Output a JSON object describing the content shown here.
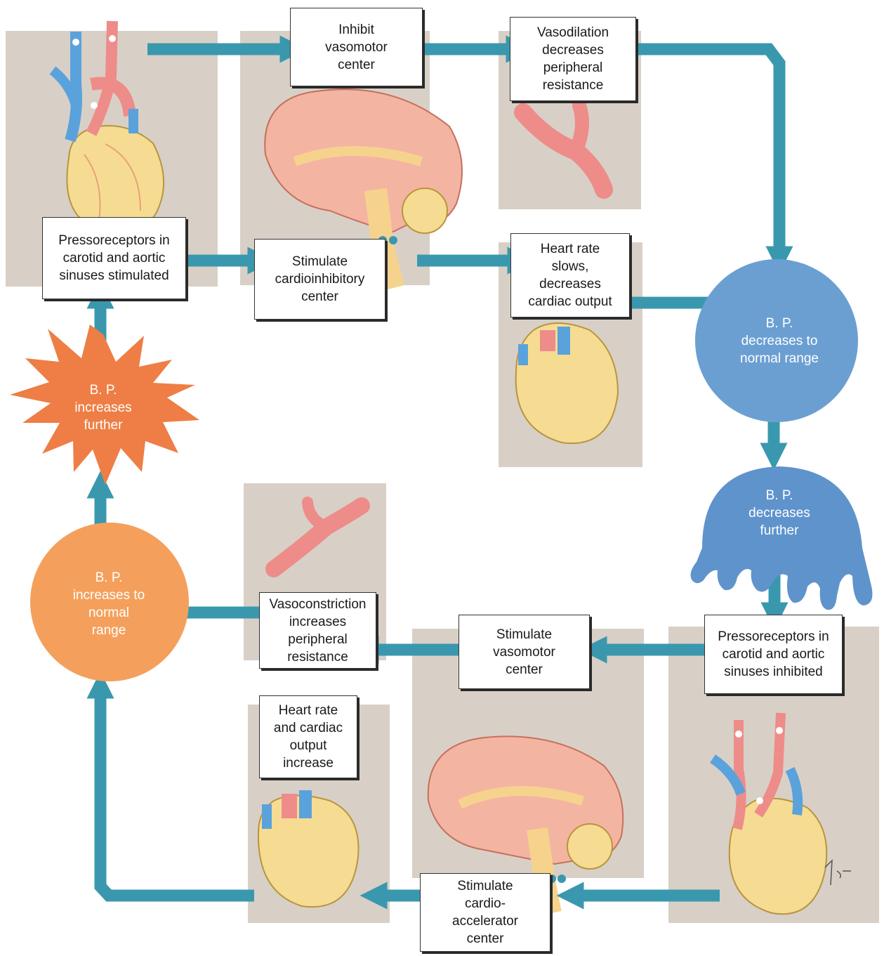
{
  "boxes": {
    "pressoreceptors_stimulated": [
      "Pressoreceptors in",
      "carotid and aortic",
      "sinuses stimulated"
    ],
    "inhibit_vasomotor": [
      "Inhibit",
      "vasomotor",
      "center"
    ],
    "vasodilation": [
      "Vasodilation",
      "decreases",
      "peripheral",
      "resistance"
    ],
    "stimulate_cardioinhibitory": [
      "Stimulate",
      "cardioinhibitory",
      "center"
    ],
    "heart_rate_slows": [
      "Heart rate",
      "slows,",
      "decreases",
      "cardiac output"
    ],
    "pressoreceptors_inhibited": [
      "Pressoreceptors in",
      "carotid and aortic",
      "sinuses inhibited"
    ],
    "stimulate_vasomotor": [
      "Stimulate",
      "vasomotor",
      "center"
    ],
    "vasoconstriction": [
      "Vasoconstriction",
      "increases",
      "peripheral",
      "resistance"
    ],
    "heart_rate_increase": [
      "Heart rate",
      "and cardiac",
      "output",
      "increase"
    ],
    "stimulate_cardioaccelerator": [
      "Stimulate",
      "cardio-",
      "accelerator",
      "center"
    ]
  },
  "states": {
    "bp_increases_further": [
      "B. P.",
      "increases",
      "further"
    ],
    "bp_decreases_normal": [
      "B. P.",
      "decreases to",
      "normal range"
    ],
    "bp_decreases_further": [
      "B. P.",
      "decreases",
      "further"
    ],
    "bp_increases_normal": [
      "B. P.",
      "increases to",
      "normal",
      "range"
    ]
  },
  "colors": {
    "arrow": "#3a98ae",
    "panel": "#d8d0c6",
    "blue_state": "#6b9fd2",
    "orange_state": "#ee7e45",
    "orange_normal": "#f4a05c"
  },
  "icons": [
    "heart-icon",
    "brain-icon",
    "blood-vessel-icon"
  ]
}
